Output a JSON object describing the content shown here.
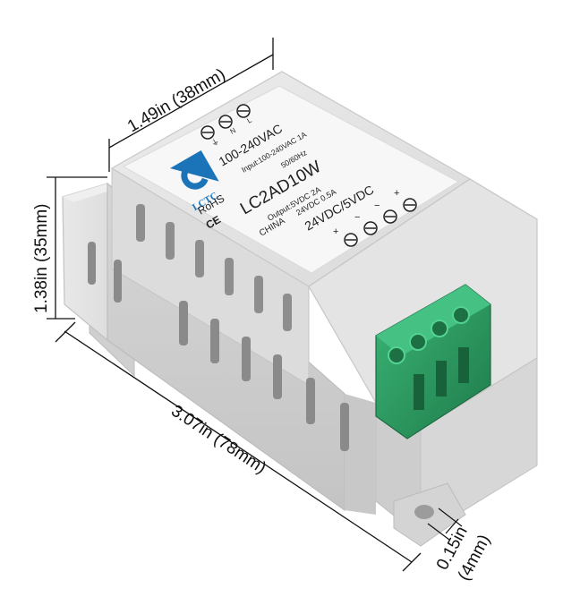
{
  "dimensions": {
    "width": "1.49in (38mm)",
    "height": "1.38in (35mm)",
    "length": "3.07in (78mm)",
    "hole_line1": "0.15in",
    "hole_line2": "(4mm)"
  },
  "label": {
    "brand": "LCTC",
    "input_terminal_marks": [
      "⏚",
      "N",
      "L"
    ],
    "voltage_range": "100-240VAC",
    "input_spec": "Input:100-240VAC 1A",
    "frequency": "50/60Hz",
    "model": "LC2AD10W",
    "output_spec1": "Output:5VDC  2A",
    "output_spec2": "24VDC  0.5A",
    "rohs": "RoHS",
    "ce": "CE",
    "country": "CHINA",
    "output_voltage": "24VDC/5VDC",
    "output_terminal_marks": [
      "+",
      "−",
      "−",
      "+"
    ]
  },
  "colors": {
    "housing": "#e3e3e3",
    "housing_shadow": "#c9c9c9",
    "label": "#f7f7f7",
    "logo_blue": "#1b73b8",
    "terminal_green": "#2e9d64"
  }
}
